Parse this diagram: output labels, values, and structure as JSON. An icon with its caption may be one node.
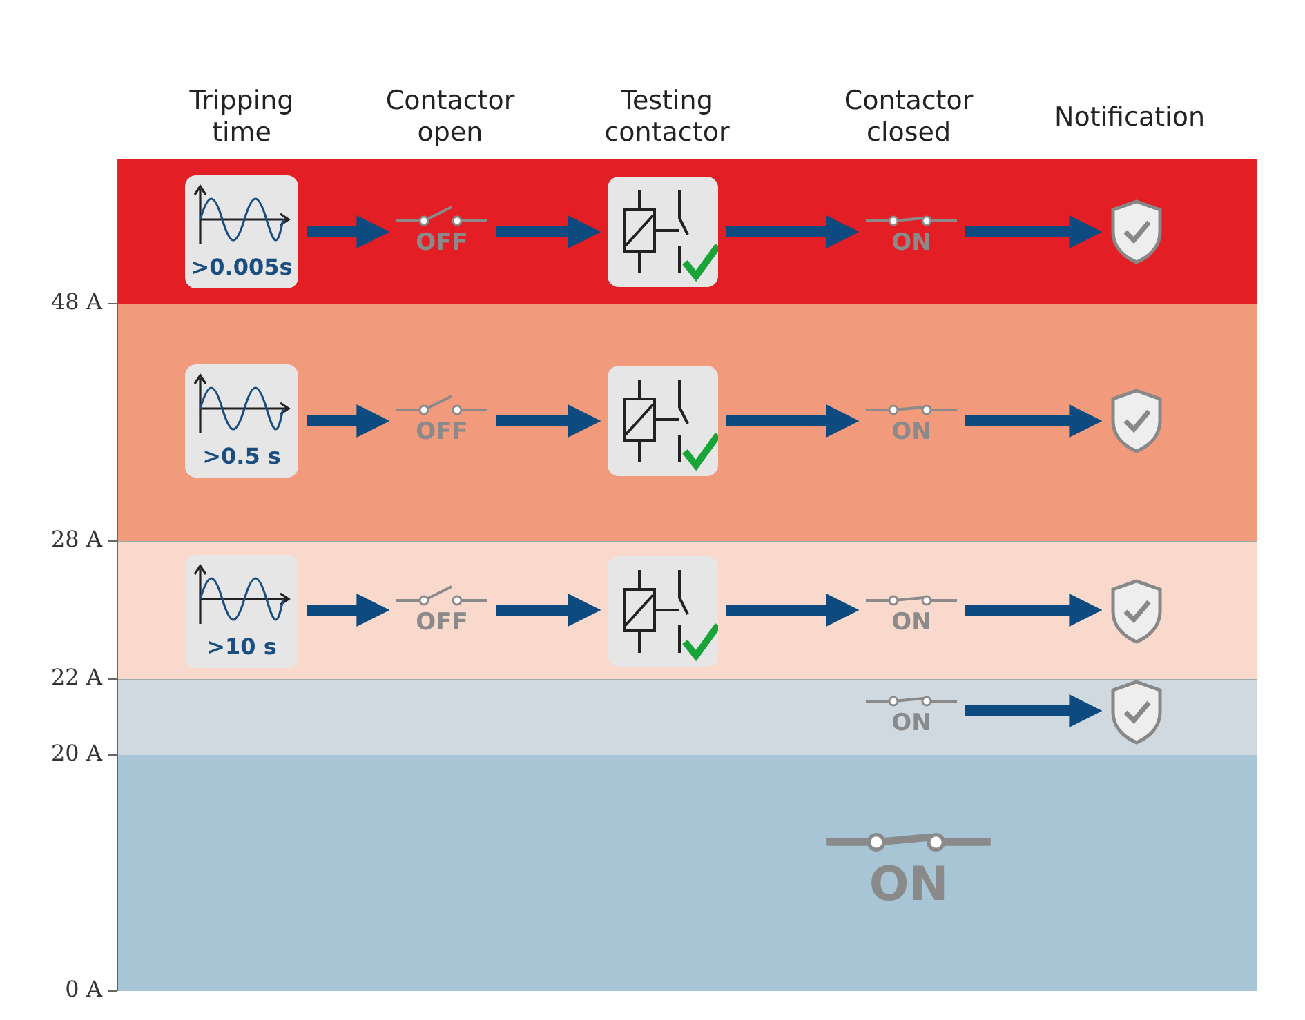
{
  "diagram": {
    "nodes": [
      {
        "text": [],
        "shape": "bar"
      },
      {
        "text": [
          ">0.005s"
        ],
        "in": 0
      },
      {
        "text": [
          "OFF"
        ],
        "in": 0
      },
      {
        "text": [],
        "shape": "picture",
        "in": 0
      },
      {
        "text": [
          "ON"
        ],
        "in": 0
      },
      {
        "text": [],
        "shape": "picture",
        "in": 0
      },
      {
        "text": [],
        "shape": "bar"
      },
      {
        "text": [
          ">0.5 s"
        ],
        "in": 6
      },
      {
        "text": [
          "OFF"
        ],
        "in": 6
      },
      {
        "text": [],
        "shape": "picture",
        "in": 6
      },
      {
        "text": [
          "ON"
        ],
        "in": 6
      },
      {
        "text": [],
        "shape": "picture",
        "in": 6
      },
      {
        "text": [],
        "shape": "bar"
      },
      {
        "text": [
          ">10 s"
        ],
        "in": 12
      },
      {
        "text": [
          "OFF"
        ],
        "in": 12
      },
      {
        "text": [],
        "shape": "picture",
        "in": 12
      },
      {
        "text": [
          "ON"
        ],
        "in": 12
      },
      {
        "text": [],
        "shape": "picture",
        "in": 12
      },
      {
        "text": [],
        "shape": "bar"
      },
      {
        "text": [
          "ON"
        ],
        "in": 18
      },
      {
        "text": [],
        "shape": "picture",
        "in": 18
      },
      {
        "text": [],
        "shape": "bar"
      },
      {
        "text": [
          "ON"
        ],
        "in": 21
      }
    ],
    "edges": [
      {
        "from": 1,
        "to": 2,
        "arrow": "to"
      },
      {
        "from": 2,
        "to": 3,
        "arrow": "to"
      },
      {
        "from": 3,
        "to": 4,
        "arrow": "to"
      },
      {
        "from": 4,
        "to": 5,
        "arrow": "to"
      },
      {
        "from": 7,
        "to": 8,
        "arrow": "to"
      },
      {
        "from": 8,
        "to": 9,
        "arrow": "to"
      },
      {
        "from": 9,
        "to": 10,
        "arrow": "to"
      },
      {
        "from": 10,
        "to": 11,
        "arrow": "to"
      },
      {
        "from": 13,
        "to": 14,
        "arrow": "to"
      },
      {
        "from": 14,
        "to": 15,
        "arrow": "to"
      },
      {
        "from": 15,
        "to": 16,
        "arrow": "to"
      },
      {
        "from": 16,
        "to": 17,
        "arrow": "to"
      },
      {
        "from": 19,
        "to": 20,
        "arrow": "to"
      }
    ],
    "labels": [
      "Tripping time",
      "Contactor open",
      "Testing contactor",
      "Contactor closed",
      "Notification",
      "48 A",
      "28 A",
      "22 A",
      "20 A",
      "0 A"
    ]
  }
}
